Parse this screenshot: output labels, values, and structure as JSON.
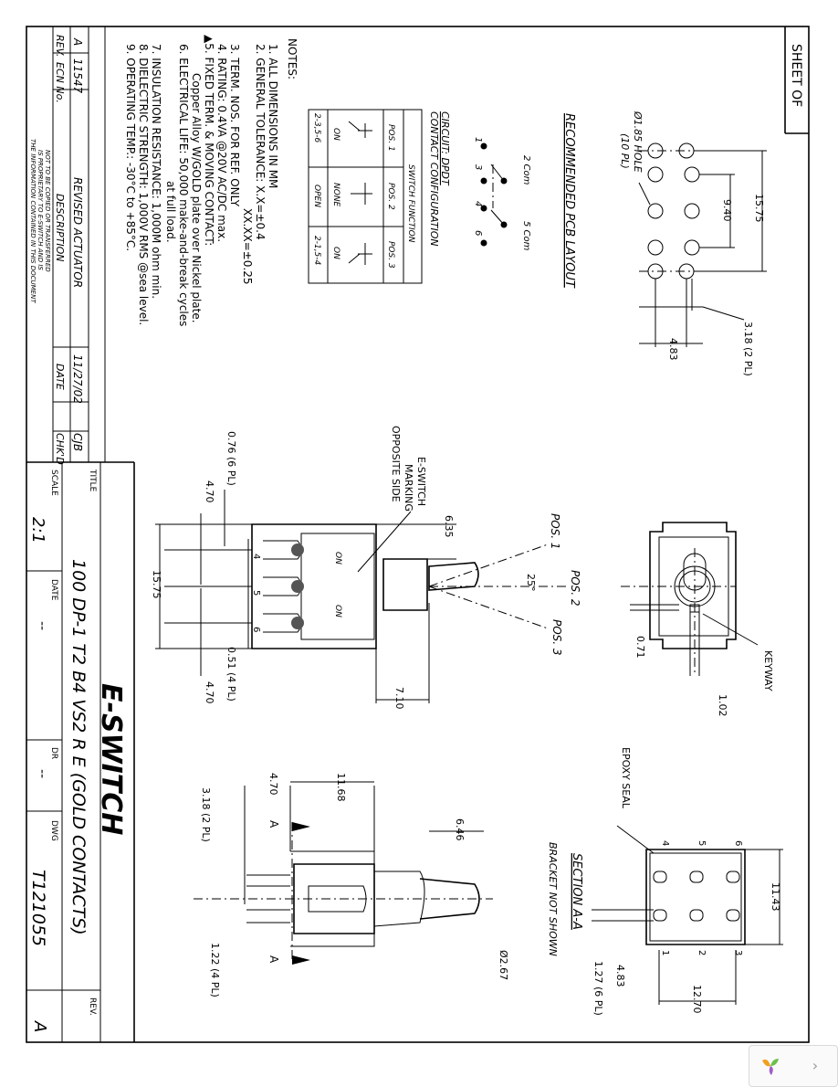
{
  "sheet": {
    "label": "SHEET OF"
  },
  "notes": {
    "heading": "NOTES:",
    "items": [
      "1. ALL DIMENSIONS IN MM",
      "2. GENERAL TOLERANCE: X.X=±0.4",
      "XX.XX=±0.25",
      "3. TERM. NOS. FOR REF. ONLY",
      "4. RATING: 0.4VA @20V AC/DC max.",
      "▲5. FIXED TERM. & MOVING CONTACT:",
      "Copper Alloy W/GOLD plate over Nickel plate.",
      "6. ELECTRICAL LIFE: 50,000 make-and-break cycles",
      "at full load.",
      "7. INSULATION RESISTANCE: 1,000M ohm min.",
      "8. DIELECTRIC STRENGTH: 1,000V RMS @sea level.",
      "9. OPERATING TEMP.: -30°C to +85°C."
    ]
  },
  "circuit": {
    "title1": "CIRCUIT: DPDT",
    "title2": "CONTACT CONFIGURATION",
    "header": "SWITCH FUNCTION",
    "positions": [
      "POS. 1",
      "POS. 2",
      "POS. 3"
    ],
    "states": [
      "ON",
      "NONE",
      "ON"
    ],
    "connections": [
      "2-3,5-6",
      "OPEN",
      "2-1,5-4"
    ],
    "pin_labels": [
      "1",
      "2 Com",
      "3",
      "4",
      "5 Com",
      "6"
    ]
  },
  "pcb": {
    "title": "RECOMMENDED PCB LAYOUT",
    "hole": "Ø1.85 HOLE",
    "hole_qty": "(10 PL)",
    "dim_width": "15.75",
    "dim_pitch": "9.40",
    "dim_318": "3.18 (2 PL)",
    "dim_483": "4.83"
  },
  "top_view": {
    "keyway": "KEYWAY",
    "dim_071": "0.71",
    "dim_102": "1.02"
  },
  "side_view": {
    "pos1": "POS. 1",
    "pos2": "POS. 2",
    "pos3": "POS. 3",
    "angle": "25°",
    "dim_635": "6.35",
    "marking1": "E-SWITCH",
    "marking2": "MARKING",
    "marking3": "OPPOSITE SIDE",
    "dim_076": "0.76 (6 PL)",
    "dim_470a": "4.70",
    "dim_1575": "15.75",
    "dim_470b": "4.70",
    "dim_051": "0.51 (4 PL)",
    "dim_710": "7.10",
    "on1": "ON",
    "on2": "ON",
    "term4": "4",
    "term5": "5",
    "term6": "6"
  },
  "front_view": {
    "dim_1168": "11.68",
    "dim_470": "4.70",
    "dim_318": "3.18 (2 PL)",
    "dim_646": "6.46",
    "dim_122": "1.22 (4 PL)",
    "dim_267": "Ø2.67",
    "section_mark": "A"
  },
  "section_view": {
    "title": "SECTION A-A",
    "subtitle": "BRACKET NOT SHOWN",
    "epoxy": "EPOXY SEAL",
    "dim_1143": "11.43",
    "dim_1270": "12.70",
    "dim_127": "1.27 (6 PL)",
    "dim_483": "4.83",
    "pins": [
      "1",
      "2",
      "3",
      "4",
      "5",
      "6"
    ]
  },
  "revision": {
    "headers": [
      "REV.",
      "ECN No.",
      "DESCRIPTION",
      "DATE",
      "CHK'D"
    ],
    "rev": "A",
    "ecn": "11547",
    "description": "REVISED ACTUATOR",
    "date": "11/27/02",
    "checked": "CJB",
    "disclaimer1": "THE INFORMATION CONTAINED IN THIS DOCUMENT",
    "disclaimer2": "IS PROPRIETARY TO E-SWITCH AND IS",
    "disclaimer3": "NOT TO BE COPIED OR TRANSFERRED"
  },
  "title_block": {
    "title_label": "TITLE",
    "title": "100 DP-1 T2 B4 VS2 R E (GOLD CONTACTS)",
    "logo": "E-SWITCH",
    "scale_label": "SCALE",
    "scale": "2:1",
    "date_label": "DATE",
    "date": "--",
    "dr_label": "DR",
    "dr": "--",
    "dwg_label": "DWG",
    "dwg": "T121055",
    "rev_label": "REV.",
    "rev": "A"
  },
  "viewer": {
    "next_icon": "›"
  }
}
